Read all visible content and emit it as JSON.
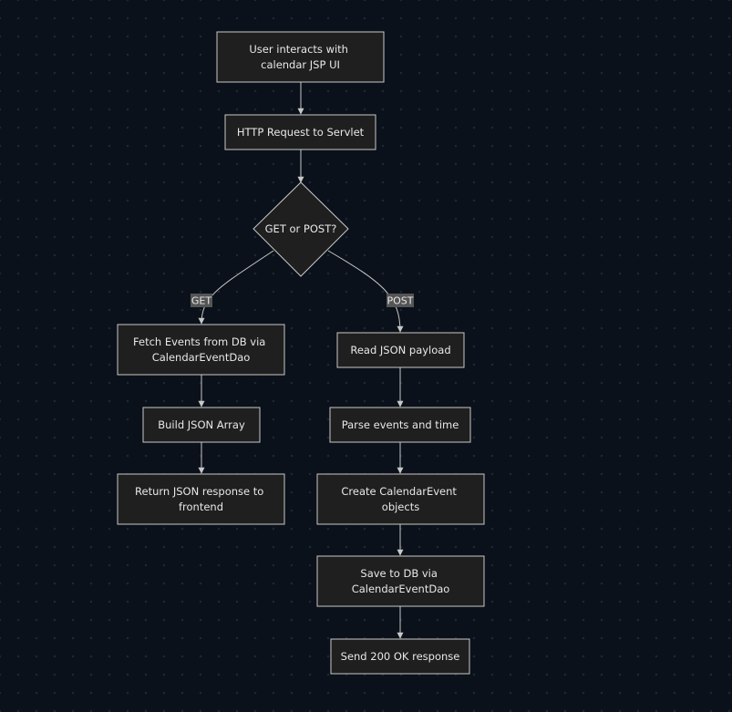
{
  "flowchart": {
    "nodes": [
      {
        "id": "start",
        "label": [
          "User interacts with",
          "calendar JSP UI"
        ]
      },
      {
        "id": "request",
        "label": [
          "HTTP Request to Servlet"
        ]
      },
      {
        "id": "decision",
        "label": [
          "GET or POST?"
        ]
      },
      {
        "id": "fetch",
        "label": [
          "Fetch Events from DB via",
          "CalendarEventDao"
        ]
      },
      {
        "id": "build",
        "label": [
          "Build JSON Array"
        ]
      },
      {
        "id": "return",
        "label": [
          "Return JSON response to",
          "frontend"
        ]
      },
      {
        "id": "read",
        "label": [
          "Read JSON payload"
        ]
      },
      {
        "id": "parse",
        "label": [
          "Parse events and time"
        ]
      },
      {
        "id": "create",
        "label": [
          "Create CalendarEvent",
          "objects"
        ]
      },
      {
        "id": "save",
        "label": [
          "Save to DB via",
          "CalendarEventDao"
        ]
      },
      {
        "id": "send",
        "label": [
          "Send 200 OK response"
        ]
      }
    ],
    "edges": [
      {
        "id": "e1",
        "from": "start",
        "to": "request"
      },
      {
        "id": "e2",
        "from": "request",
        "to": "decision"
      },
      {
        "id": "e3",
        "from": "decision",
        "to": "fetch",
        "label": "GET"
      },
      {
        "id": "e4",
        "from": "decision",
        "to": "read",
        "label": "POST"
      },
      {
        "id": "e5",
        "from": "fetch",
        "to": "build"
      },
      {
        "id": "e6",
        "from": "build",
        "to": "return"
      },
      {
        "id": "e7",
        "from": "read",
        "to": "parse"
      },
      {
        "id": "e8",
        "from": "parse",
        "to": "create"
      },
      {
        "id": "e9",
        "from": "create",
        "to": "save"
      },
      {
        "id": "e10",
        "from": "save",
        "to": "send"
      }
    ]
  },
  "colors": {
    "background": "#0b111a",
    "node_fill": "#1f1f1f",
    "node_stroke": "#c8c8c8",
    "text": "#e8e8e8",
    "edge_label_bg": "#555555"
  }
}
